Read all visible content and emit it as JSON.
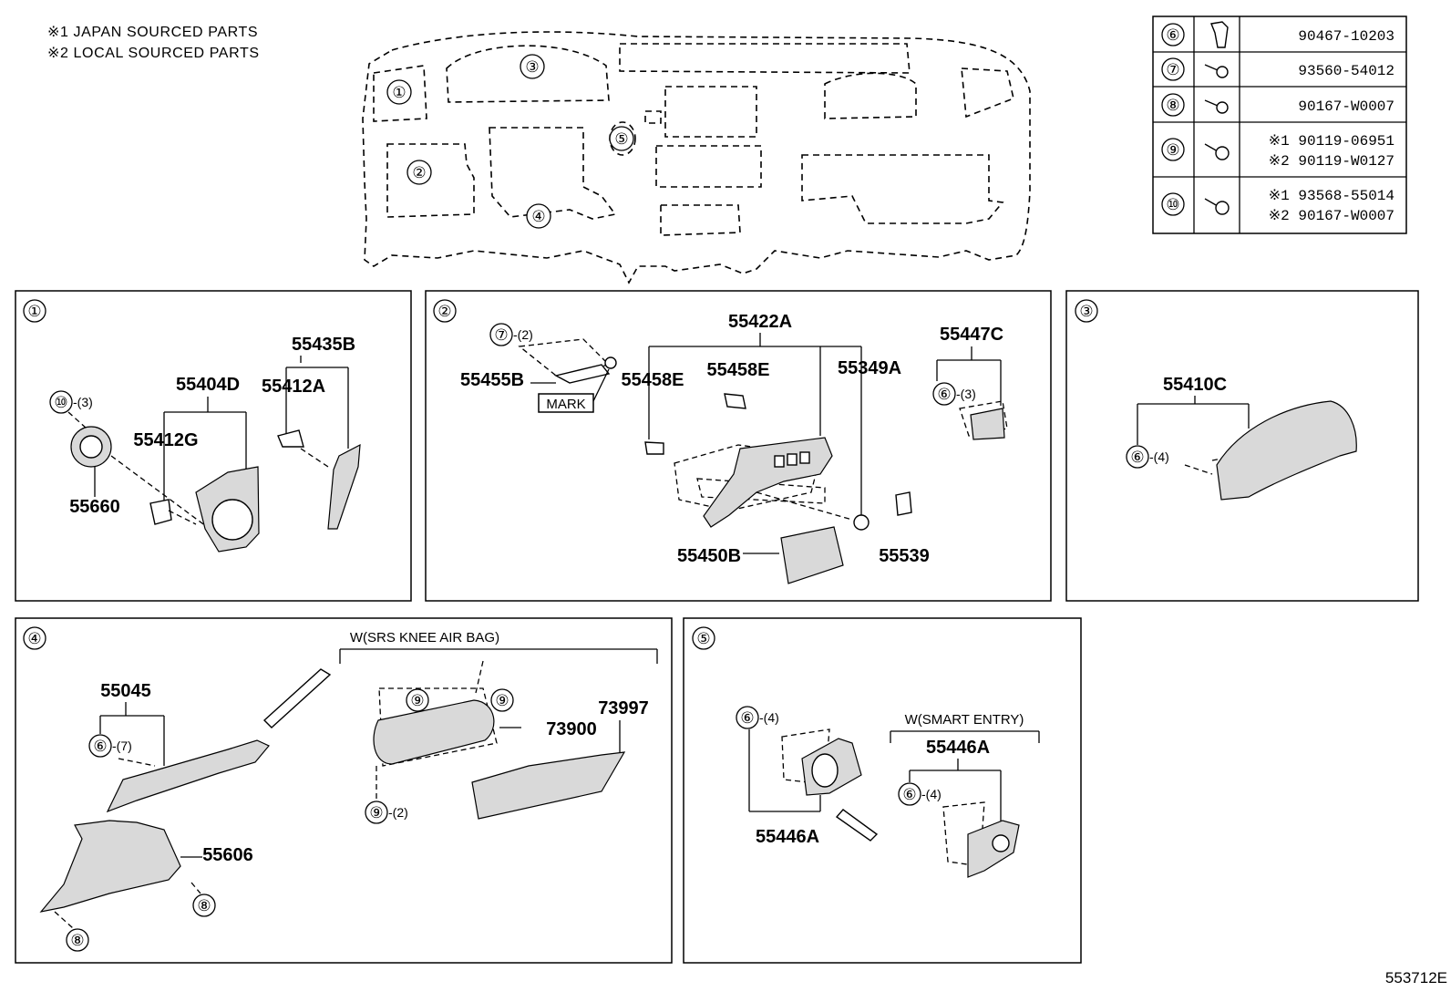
{
  "notes": [
    "※1 JAPAN SOURCED PARTS",
    "※2 LOCAL SOURCED PARTS"
  ],
  "overview_markers": [
    "①",
    "②",
    "③",
    "④",
    "⑤"
  ],
  "fastener_table": [
    {
      "ref": "⑥",
      "icon": "clip-icon",
      "parts": [
        "90467-10203"
      ]
    },
    {
      "ref": "⑦",
      "icon": "screw-icon",
      "parts": [
        "93560-54012"
      ]
    },
    {
      "ref": "⑧",
      "icon": "screw-icon",
      "parts": [
        "90167-W0007"
      ]
    },
    {
      "ref": "⑨",
      "icon": "bolt-icon",
      "parts": [
        "※1 90119-06951",
        "※2 90119-W0127"
      ]
    },
    {
      "ref": "⑩",
      "icon": "bolt-icon",
      "parts": [
        "※1 93568-55014",
        "※2 90167-W0007"
      ]
    }
  ],
  "sections": [
    {
      "id": "①",
      "parts": {
        "p1": "55435B",
        "p2": "55404D",
        "p3": "55412A",
        "p4": "55412G",
        "p5": "55660"
      },
      "callouts": [
        {
          "ref": "⑩",
          "qty": "-(3)"
        }
      ]
    },
    {
      "id": "②",
      "parts": {
        "p1": "55422A",
        "p2": "55447C",
        "p3": "55455B",
        "p4": "55458E",
        "p5": "55458E",
        "p6": "55349A",
        "p7": "55450B",
        "p8": "55539"
      },
      "mark": "MARK",
      "callouts": [
        {
          "ref": "⑦",
          "qty": "-(2)"
        },
        {
          "ref": "⑥",
          "qty": "-(3)"
        }
      ]
    },
    {
      "id": "③",
      "parts": {
        "p1": "55410C"
      },
      "callouts": [
        {
          "ref": "⑥",
          "qty": "-(4)"
        }
      ]
    },
    {
      "id": "④",
      "condition": "W(SRS KNEE AIR BAG)",
      "parts": {
        "p1": "55045",
        "p2": "55606",
        "p3": "73900",
        "p4": "73997"
      },
      "callouts": [
        {
          "ref": "⑥",
          "qty": "-(7)"
        },
        {
          "ref": "⑨",
          "qty": ""
        },
        {
          "ref": "⑨",
          "qty": ""
        },
        {
          "ref": "⑨",
          "qty": "-(2)"
        },
        {
          "ref": "⑧",
          "qty": ""
        },
        {
          "ref": "⑧",
          "qty": ""
        }
      ]
    },
    {
      "id": "⑤",
      "condition": "W(SMART ENTRY)",
      "parts": {
        "p1": "55446A",
        "p2": "55446A"
      },
      "callouts": [
        {
          "ref": "⑥",
          "qty": "-(4)"
        },
        {
          "ref": "⑥",
          "qty": "-(4)"
        }
      ]
    }
  ],
  "diagram_code": "553712E"
}
